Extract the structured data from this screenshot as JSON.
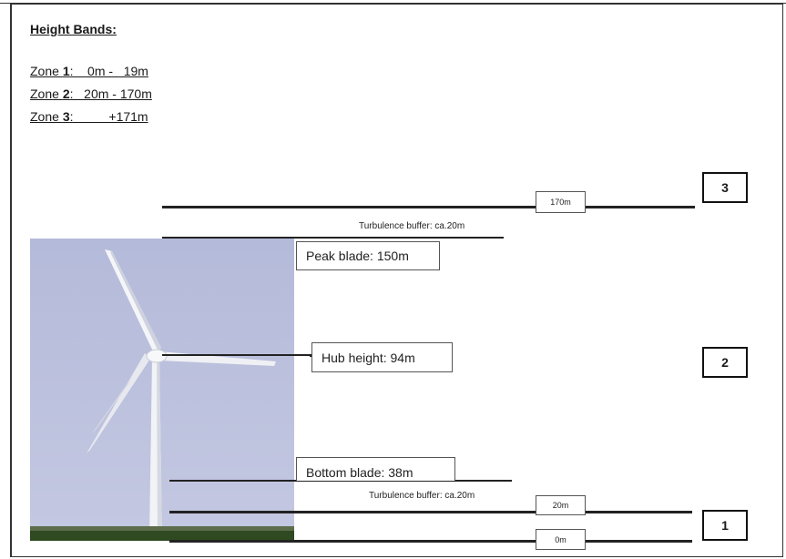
{
  "legend": {
    "heading": "Height Bands:",
    "zones": [
      {
        "prefix": "Zone ",
        "num": "1",
        "range": ":    0m -   19m"
      },
      {
        "prefix": "Zone ",
        "num": "2",
        "range": ":   20m - 170m"
      },
      {
        "prefix": "Zone ",
        "num": "3",
        "range": ":          +171m"
      }
    ]
  },
  "annotations": {
    "peak_blade": "Peak blade: 150m",
    "hub_height": "Hub height: 94m",
    "bottom_blade": "Bottom blade: 38m",
    "turbulence_upper": "Turbulence buffer: ca.20m",
    "turbulence_lower": "Turbulence buffer: ca.20m"
  },
  "levels": {
    "top": "170m",
    "zone2_floor": "20m",
    "ground": "0m"
  },
  "zone_markers": {
    "zone3": "3",
    "zone2": "2",
    "zone1": "1"
  },
  "colors": {
    "sky": "#b9bedd",
    "turbine": "#f3f4f6",
    "grass": "#2f4a20",
    "line": "#222222"
  }
}
